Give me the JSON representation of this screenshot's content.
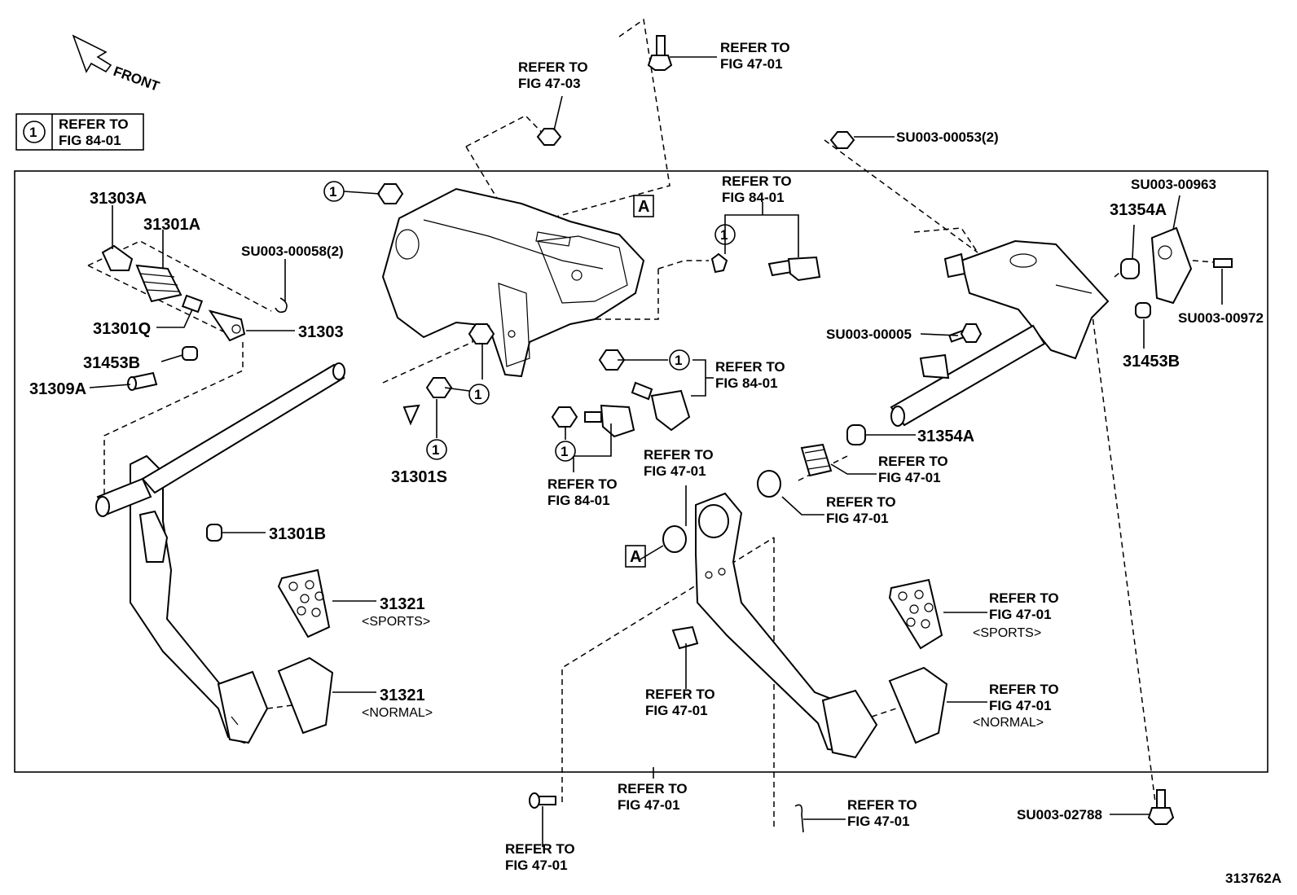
{
  "front_arrow": {
    "label": "FRONT"
  },
  "legend": {
    "symbol": "1",
    "line1": "REFER TO",
    "line2": "FIG 84-01"
  },
  "symbol_one": "1",
  "ref_47_01": {
    "line1": "REFER TO",
    "line2": "FIG 47-01"
  },
  "ref_47_03": {
    "line1": "REFER TO",
    "line2": "FIG 47-03"
  },
  "ref_84_01": {
    "line1": "REFER TO",
    "line2": "FIG 84-01"
  },
  "callout_a": "A",
  "variant_sports": "<SPORTS>",
  "variant_normal": "<NORMAL>",
  "parts": {
    "p31303A": "31303A",
    "p31301A": "31301A",
    "pSU00058": "SU003-00058(2)",
    "p31301Q": "31301Q",
    "p31303": "31303",
    "p31453B": "31453B",
    "p31309A": "31309A",
    "p31301S": "31301S",
    "p31301B": "31301B",
    "p31321": "31321",
    "pSU00053": "SU003-00053(2)",
    "pSU00963": "SU003-00963",
    "p31354A": "31354A",
    "pSU00972": "SU003-00972",
    "pSU00005": "SU003-00005",
    "pSU02788": "SU003-02788"
  },
  "figure_id": "313762A"
}
